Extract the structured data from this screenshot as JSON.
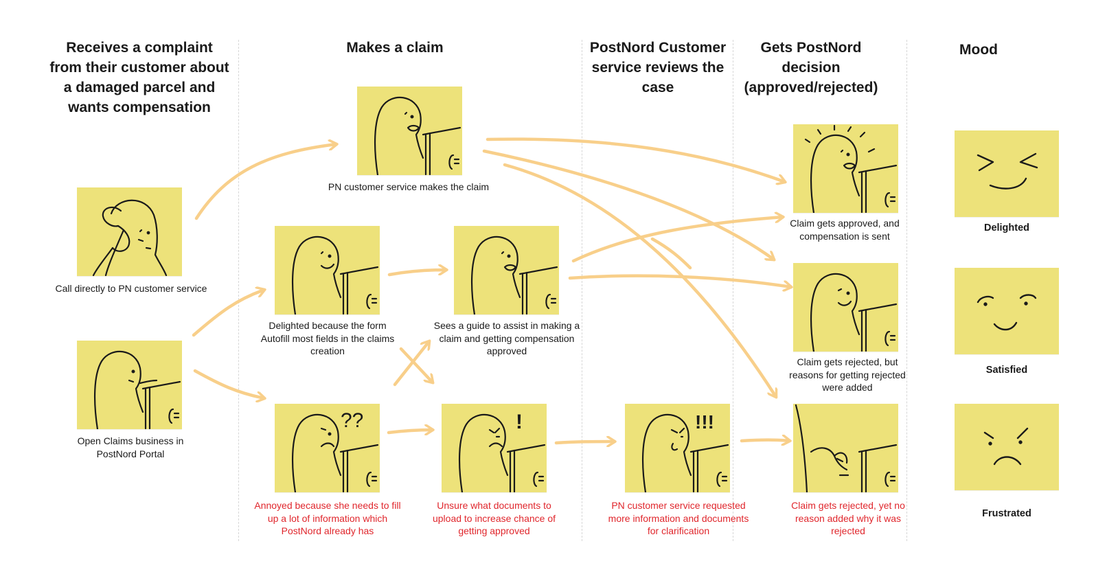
{
  "columns": [
    {
      "title": "Receives a complaint from their customer about a damaged parcel and wants compensation"
    },
    {
      "title": "Makes a claim"
    },
    {
      "title": "PostNord Customer service reviews the case"
    },
    {
      "title": "Gets PostNord decision (approved/rejected)"
    },
    {
      "title": "Mood"
    }
  ],
  "cards": {
    "call_pn": "Call directly to PN customer service",
    "open_portal": "Open Claims business in PostNord Portal",
    "pn_makes_claim": "PN customer service makes the claim",
    "autofill": "Delighted because the form Autofill most fields in the claims creation",
    "guide": "Sees a guide to assist in making a claim and getting compensation approved",
    "annoyed": "Annoyed because she needs to fill up a lot of information which PostNord already has",
    "unsure": "Unsure what documents to upload  to increase chance of getting approved",
    "pn_requested": "PN customer service requested more information and documents for clarification",
    "approved": "Claim gets approved, and compensation is sent",
    "rejected_reasons": "Claim gets rejected, but reasons for getting rejected were added",
    "rejected_no_reason": "Claim gets rejected, yet no reason added why it was rejected"
  },
  "marks": {
    "questions": "??",
    "exclaim": "!",
    "triple_exclaim": "!!!"
  },
  "mood": [
    {
      "label": "Delighted"
    },
    {
      "label": "Satisfied"
    },
    {
      "label": "Frustrated"
    }
  ],
  "colors": {
    "sticky": "#ede27a",
    "arrow": "#f8cf8a",
    "negative_text": "#e0262c",
    "ink": "#1a1a1a"
  }
}
